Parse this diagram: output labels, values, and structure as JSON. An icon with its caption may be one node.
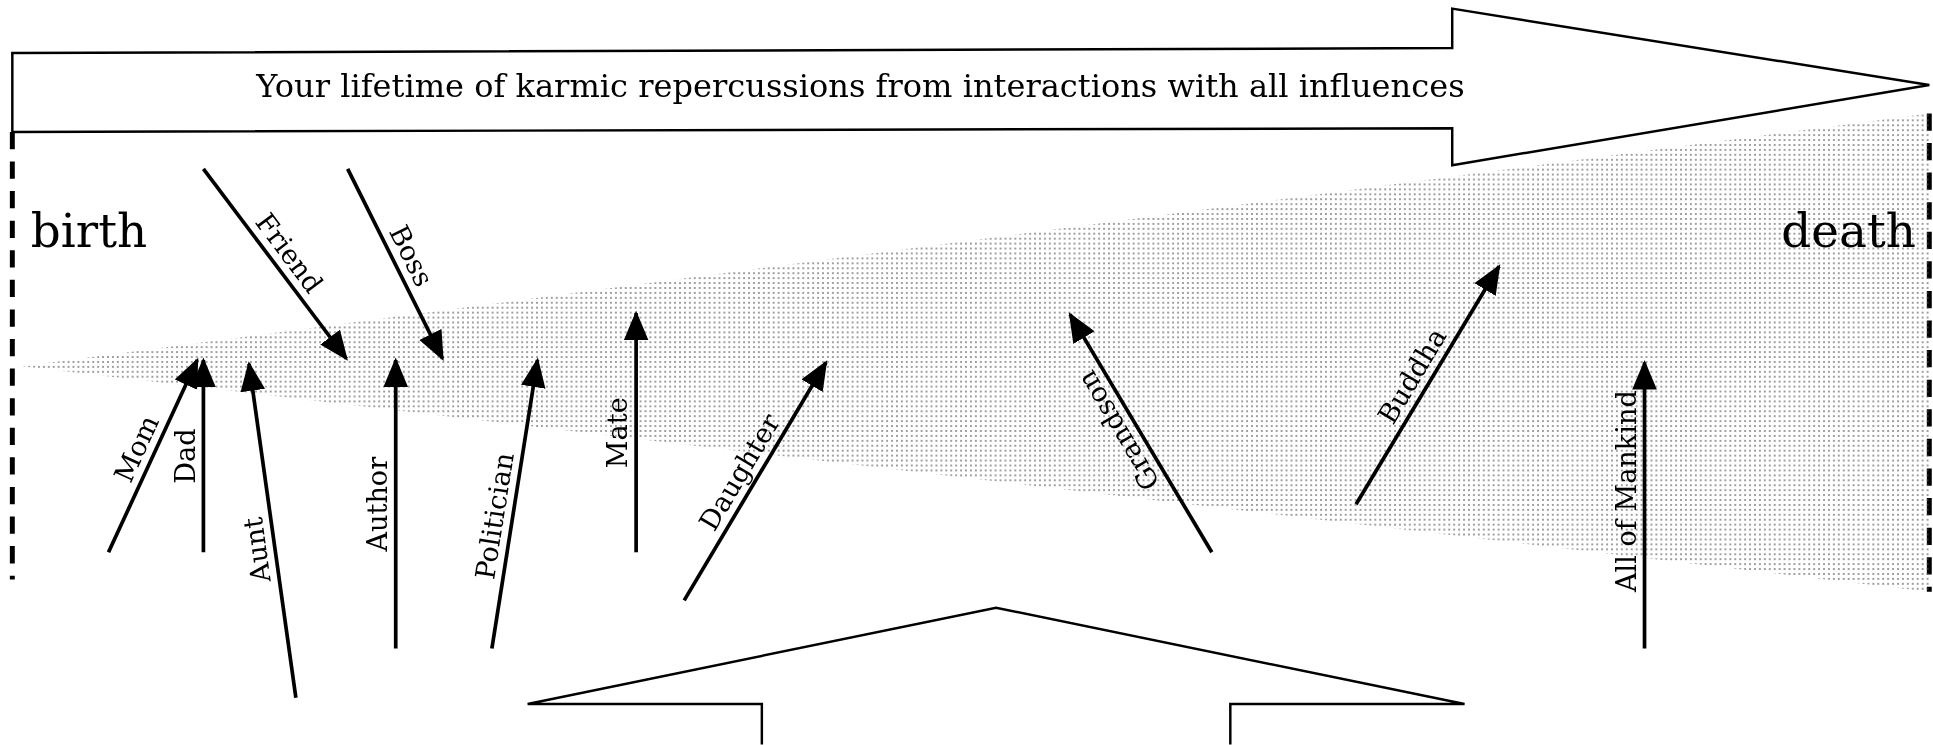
{
  "diagram": {
    "nodes": [
      {
        "text": [
          "Your lifetime of karmic repercussions from interactions with all influences"
        ]
      },
      {
        "text": [],
        "shape": "wedge"
      },
      {
        "text": [],
        "shape": "arrow"
      }
    ],
    "edges": [
      {
        "from": null,
        "to": 1,
        "arrow": "to",
        "label": "Mom"
      },
      {
        "from": null,
        "to": 1,
        "arrow": "to",
        "label": "Dad"
      },
      {
        "from": null,
        "to": 1,
        "arrow": "to",
        "label": "Friend"
      },
      {
        "from": null,
        "to": 1,
        "arrow": "to",
        "label": "Aunt"
      },
      {
        "from": null,
        "to": 1,
        "arrow": "to",
        "label": "Boss"
      },
      {
        "from": null,
        "to": 1,
        "arrow": "to",
        "label": "Author"
      },
      {
        "from": null,
        "to": 1,
        "arrow": "to",
        "label": "Politician"
      },
      {
        "from": null,
        "to": 1,
        "arrow": "to",
        "label": "Mate"
      },
      {
        "from": null,
        "to": 1,
        "arrow": "to",
        "label": "Daughter"
      },
      {
        "from": null,
        "to": 1,
        "arrow": "to",
        "label": "Grandson"
      },
      {
        "from": null,
        "to": 1,
        "arrow": "to",
        "label": "Buddha"
      },
      {
        "from": null,
        "to": 1,
        "arrow": "to",
        "label": "All of Mankind"
      }
    ],
    "labels": [
      "birth",
      "death"
    ]
  }
}
